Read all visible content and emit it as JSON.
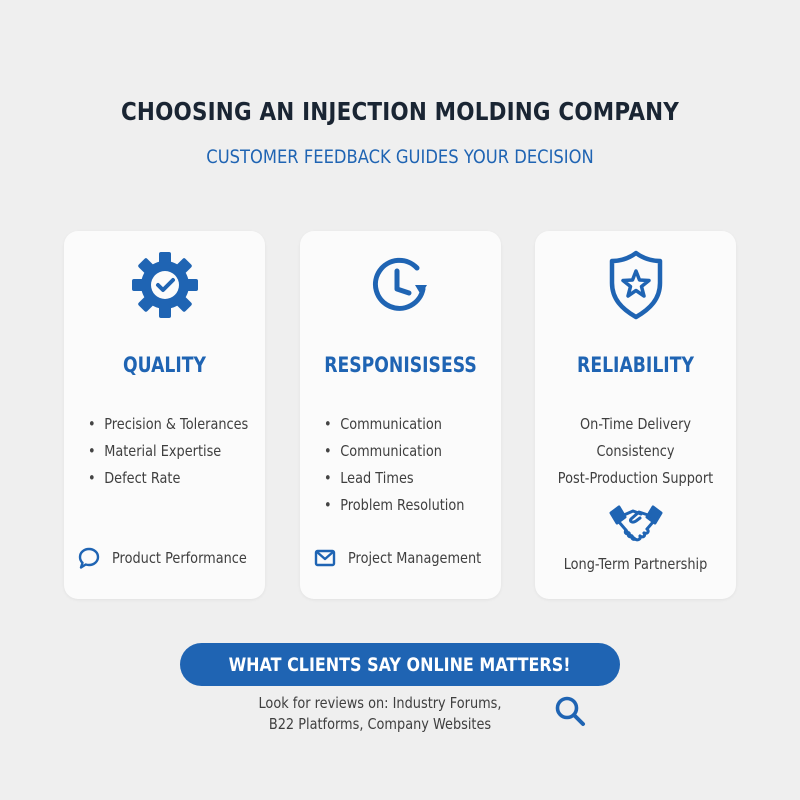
{
  "header": {
    "title": "CHOOSING AN INJECTION MOLDING COMPANY",
    "subtitle": "CUSTOMER FEEDBACK GUIDES YOUR DECISION"
  },
  "colors": {
    "background": "#efefef",
    "card": "#fbfbfb",
    "accent": "#1f64b3",
    "title": "#1a2533",
    "body_text": "#3f3f3f"
  },
  "cards": [
    {
      "icon": "gear-check-icon",
      "heading": "QUALITY",
      "items": [
        "Precision & Tolerances",
        "Material Expertise",
        "Defect Rate"
      ],
      "footer_icon": "chat-bubble-icon",
      "footer": "Product Performance"
    },
    {
      "icon": "clock-refresh-icon",
      "heading": "RESPONISISESS",
      "items": [
        "Communication",
        "Communication",
        "Lead Times",
        "Problem Resolution"
      ],
      "footer_icon": "mail-icon",
      "footer": "Project Management"
    },
    {
      "icon": "shield-star-icon",
      "heading": "RELIABILITY",
      "items": [
        "On-Time Delivery",
        "Consistency",
        "Post-Production Support"
      ],
      "footer_icon": "handshake-icon",
      "footer": "Long-Term Partnership"
    }
  ],
  "banner": {
    "text": "WHAT CLIENTS SAY ONLINE MATTERS!"
  },
  "reviews": {
    "line1": "Look for reviews on: Industry Forums,",
    "line2": "B22 Platforms, Company Websites",
    "icon": "search-icon"
  }
}
